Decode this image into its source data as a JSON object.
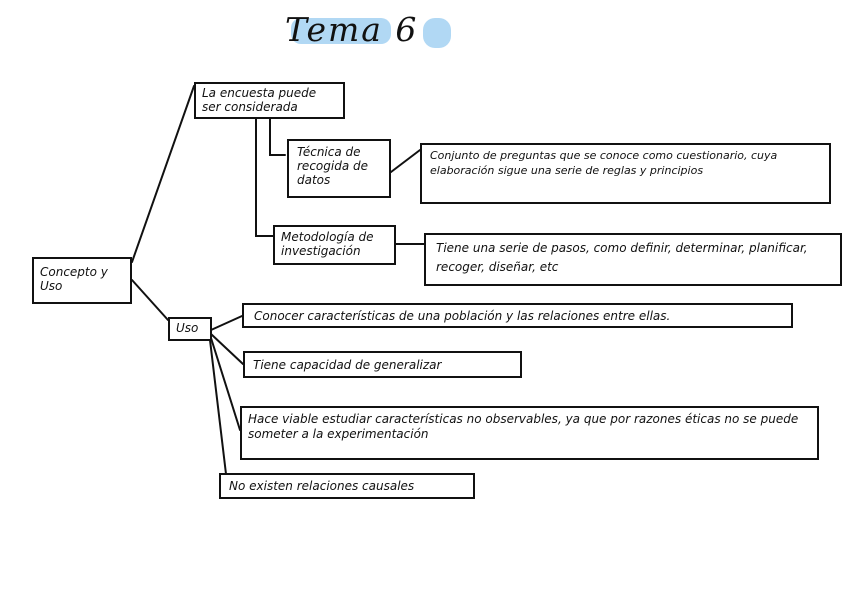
{
  "title": "Tema 6",
  "nodes": {
    "root": "Concepto y Uso",
    "encuesta": "La encuesta puede ser considerada",
    "tecnica": "Técnica de recogida de datos",
    "tecnica_def": "Conjunto de preguntas que se conoce como cuestionario, cuya elaboración sigue una serie de reglas y principios",
    "metodologia": "Metodología de investigación",
    "metodologia_def": "Tiene una serie de pasos, como definir, determinar, planificar, recoger, diseñar, etc",
    "uso": "Uso",
    "uso_1": "Conocer características de una población y las relaciones entre ellas.",
    "uso_2": "Tiene capacidad de generalizar",
    "uso_3": "Hace viable estudiar características no observables, ya que por razones éticas no se puede someter a la experimentación",
    "uso_4": "No existen relaciones causales"
  },
  "colors": {
    "highlight": "#a9d4f3",
    "ink": "#111111"
  }
}
